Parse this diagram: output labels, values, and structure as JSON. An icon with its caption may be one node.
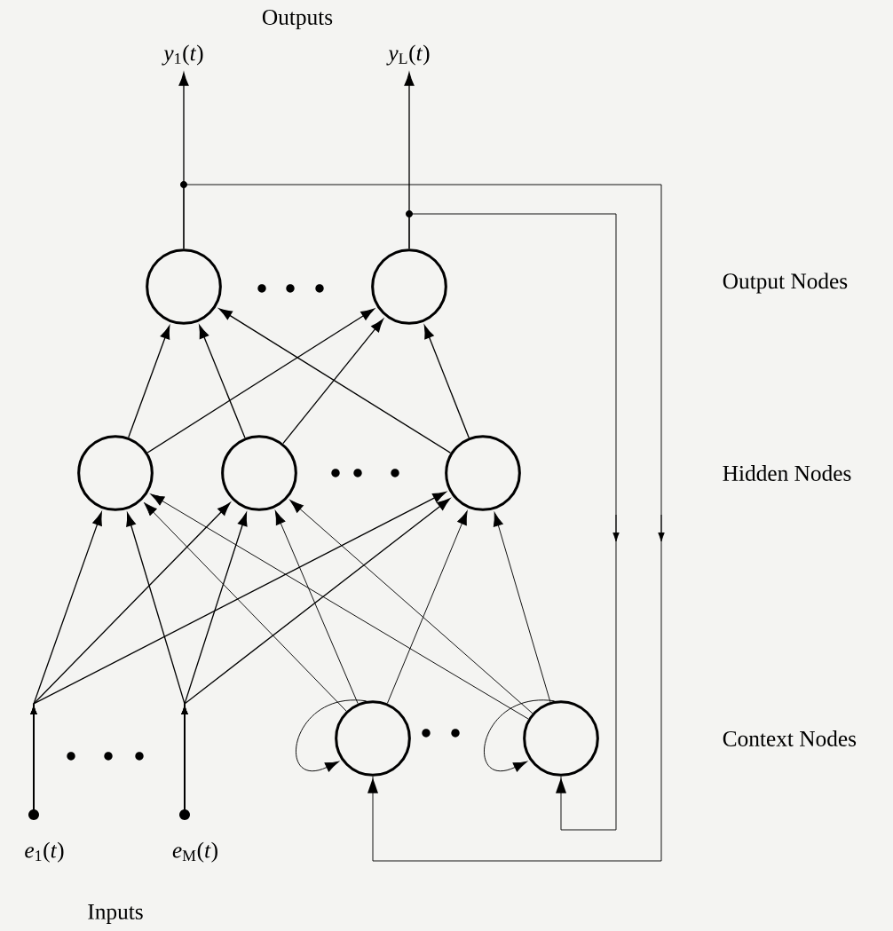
{
  "diagram": {
    "nodes": [
      {
        "text": [
          "*y*$_{1}$(*t*)"
        ]
      },
      {
        "text": [
          "*y*$_{L}$(*t*)"
        ]
      },
      {
        "text": [],
        "shape": "circle"
      },
      {
        "text": [],
        "shape": "circle"
      },
      {
        "text": [],
        "shape": "circle"
      },
      {
        "text": [],
        "shape": "circle"
      },
      {
        "text": [],
        "shape": "circle"
      },
      {
        "text": [],
        "shape": "circle"
      },
      {
        "text": [],
        "shape": "circle"
      },
      {
        "text": [],
        "shape": "circle",
        "beside": [
          "*e*$_{1}$(*t*)"
        ]
      },
      {
        "text": [],
        "shape": "circle",
        "beside": [
          "*e*$_{M}$(*t*)"
        ]
      }
    ],
    "edges": [
      {
        "from": 9,
        "to": 4,
        "arrow": "to"
      },
      {
        "from": 9,
        "to": 5,
        "arrow": "to"
      },
      {
        "from": 9,
        "to": 6,
        "arrow": "to"
      },
      {
        "from": 10,
        "to": 4,
        "arrow": "to"
      },
      {
        "from": 10,
        "to": 5,
        "arrow": "to"
      },
      {
        "from": 10,
        "to": 6,
        "arrow": "to"
      },
      {
        "from": 7,
        "to": 4,
        "arrow": "to"
      },
      {
        "from": 7,
        "to": 5,
        "arrow": "to"
      },
      {
        "from": 7,
        "to": 6,
        "arrow": "to"
      },
      {
        "from": 8,
        "to": 4,
        "arrow": "to"
      },
      {
        "from": 8,
        "to": 5,
        "arrow": "to"
      },
      {
        "from": 8,
        "to": 6,
        "arrow": "to"
      },
      {
        "from": 4,
        "to": 2,
        "arrow": "to"
      },
      {
        "from": 5,
        "to": 2,
        "arrow": "to"
      },
      {
        "from": 6,
        "to": 2,
        "arrow": "to"
      },
      {
        "from": 4,
        "to": 3,
        "arrow": "to"
      },
      {
        "from": 5,
        "to": 3,
        "arrow": "to"
      },
      {
        "from": 6,
        "to": 3,
        "arrow": "to"
      },
      {
        "from": 2,
        "to": 0,
        "arrow": "to"
      },
      {
        "from": 3,
        "to": 1,
        "arrow": "to"
      },
      {
        "from": 2,
        "to": 7,
        "arrow": "to"
      },
      {
        "from": 3,
        "to": 8,
        "arrow": "to"
      },
      {
        "from": 7,
        "to": 7,
        "arrow": "to"
      },
      {
        "from": 8,
        "to": 8,
        "arrow": "to"
      }
    ],
    "labels": [
      "Outputs",
      "Output Nodes",
      "Hidden Nodes",
      "Context Nodes",
      "Inputs"
    ]
  }
}
